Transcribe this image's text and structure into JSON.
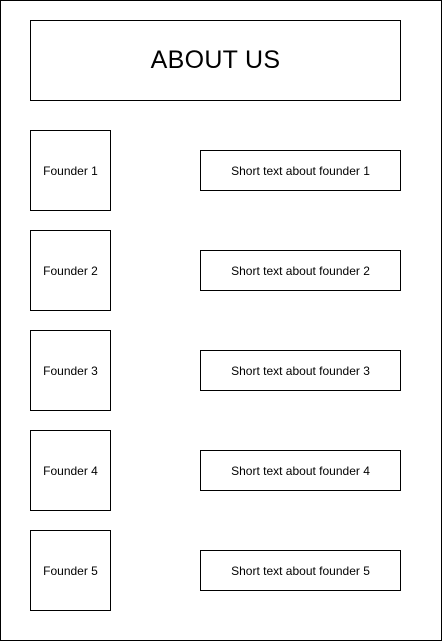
{
  "title": "ABOUT US",
  "founders": [
    {
      "name": "Founder 1",
      "text": "Short text about founder 1"
    },
    {
      "name": "Founder 2",
      "text": "Short text about founder 2"
    },
    {
      "name": "Founder 3",
      "text": "Short text about founder 3"
    },
    {
      "name": "Founder 4",
      "text": "Short text about founder 4"
    },
    {
      "name": "Founder 5",
      "text": "Short text about founder 5"
    }
  ]
}
